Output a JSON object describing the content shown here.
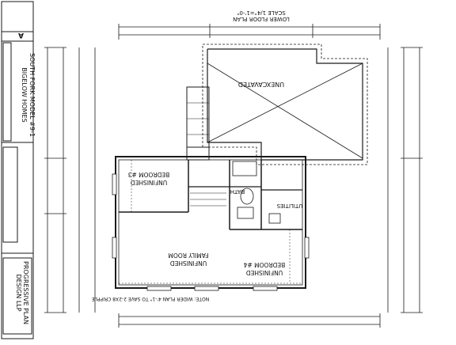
{
  "title_block": {
    "company": "BIGELOW HOMES",
    "model": "SOUTH FORK MODEL #9-1",
    "designer_line1": "PROGRESSIVE PLAN",
    "designer_line2": "DESIGN LLP",
    "sheet_caption": "LOWER FLOOR PLAN",
    "scale": "SCALE 1/4\"=1'-0\"",
    "sheet_number": "A",
    "note": "NOTE: WIDER PLAN 4'-1\" TO SAVE 2-2X8 CRIPPLE"
  },
  "rooms": [
    {
      "id": "unexcavated",
      "label": "UNEXCAVATED"
    },
    {
      "id": "bedroom3",
      "line1": "UNFINISHED",
      "line2": "BEDROOM #3"
    },
    {
      "id": "family",
      "line1": "UNFINISHED",
      "line2": "FAMILY ROOM"
    },
    {
      "id": "bedroom4",
      "line1": "UNFINISHED",
      "line2": "BEDROOM #4"
    },
    {
      "id": "bath",
      "label": "BATH"
    },
    {
      "id": "utilities",
      "label": "UTILITIES"
    }
  ],
  "colors": {
    "line": "#1a1a1a",
    "paper": "#ffffff"
  }
}
